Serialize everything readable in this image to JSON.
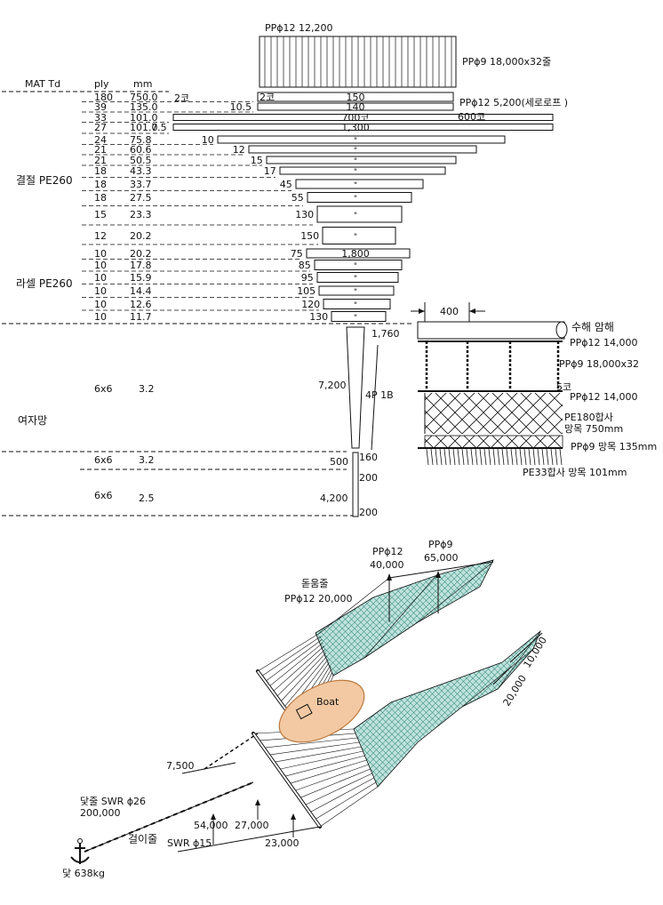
{
  "header": {
    "mat_label": "MAT Td",
    "ply_label": "ply",
    "mm_label": "mm",
    "top_rope_label": "PPϕ12  12,200",
    "right_rope_label": "PPϕ9  18,000x32줄"
  },
  "table_rows": [
    {
      "ply": "180",
      "mm": "750.0",
      "left_ann": "2코",
      "bar_label": "150"
    },
    {
      "ply": "39",
      "mm": "135.0",
      "left_ann": "10.5",
      "bar_label": "140"
    },
    {
      "ply": "33",
      "mm": "101.0",
      "left_ann": "",
      "bar_label": "700코"
    },
    {
      "ply": "27",
      "mm": "101.0",
      "left_ann": "7.5",
      "bar_label": "1,300"
    },
    {
      "ply": "24",
      "mm": "75.8",
      "left_ann": "10",
      "bar_label": "\""
    },
    {
      "ply": "21",
      "mm": "60.6",
      "left_ann": "12",
      "bar_label": "\""
    },
    {
      "ply": "21",
      "mm": "50.5",
      "left_ann": "15",
      "bar_label": "\""
    },
    {
      "ply": "18",
      "mm": "43.3",
      "left_ann": "17",
      "bar_label": "\""
    },
    {
      "ply": "18",
      "mm": "33.7",
      "left_ann": "45",
      "bar_label": "\""
    },
    {
      "ply": "18",
      "mm": "27.5",
      "left_ann": "55",
      "bar_label": "\""
    },
    {
      "ply": "15",
      "mm": "23.3",
      "left_ann": "130",
      "bar_label": "\""
    },
    {
      "ply": "12",
      "mm": "20.2",
      "left_ann": "150",
      "bar_label": "\""
    },
    {
      "ply": "10",
      "mm": "20.2",
      "left_ann": "75",
      "bar_label": "1,800"
    },
    {
      "ply": "10",
      "mm": "17.8",
      "left_ann": "85",
      "bar_label": "\""
    },
    {
      "ply": "10",
      "mm": "15.9",
      "left_ann": "95",
      "bar_label": "\""
    },
    {
      "ply": "10",
      "mm": "14.4",
      "left_ann": "105",
      "bar_label": "\""
    },
    {
      "ply": "10",
      "mm": "12.6",
      "left_ann": "120",
      "bar_label": "\""
    },
    {
      "ply": "10",
      "mm": "11.7",
      "left_ann": "130",
      "bar_label": "\""
    }
  ],
  "annotations": {
    "first_row_right_label": "2코",
    "pp12_seropeu": "PPϕ12  5,200(세로로프 )",
    "label_600": "600코",
    "section_gyeoljeol": "결절  PE260",
    "section_rasel": "라셀  PE260",
    "section_yeojamang": "여자망"
  },
  "bottom_table": {
    "rows": [
      {
        "ply": "6x6",
        "mm": "3.2",
        "length": "7,200"
      },
      {
        "ply": "6x6",
        "mm": "3.2",
        "length": "500"
      },
      {
        "ply": "6x6",
        "mm": "2.5",
        "length": "4,200"
      }
    ],
    "label_1760": "1,760",
    "label_4p1b": "4P 1B",
    "label_160": "160",
    "label_200a": "200",
    "label_200b": "200"
  },
  "detail": {
    "spacing": "400",
    "float_label": "수해 암해",
    "rope1": "PPϕ12 14,000",
    "rope2": "PPϕ9 18,000x32",
    "label_5ko": "5코",
    "rope3": "PPϕ12  14,000",
    "pe180a": "PE180합사",
    "pe180b": "망목 750mm",
    "pp9mesh": "PPϕ9 망목 135mm",
    "pe33": "PE33합사  망목 101mm"
  },
  "perspective": {
    "ppi9": "PPϕ9",
    "ppi9_len": "65,000",
    "ppi12": "PPϕ12",
    "ppi12_len": "40,000",
    "dodeum": "돋움줄",
    "dodeum_rope": "PPϕ12 20,000",
    "boat": "Boat",
    "dim_20000": "20,000",
    "dim_10000": "10,000",
    "dim_7500": "7,500",
    "datjul": "닻줄 SWR ϕ26",
    "datjul_len": "200,000",
    "georijul": "걸이줄",
    "georijul_swr": "SWR ϕ15",
    "dim_54000": "54,000",
    "dim_27000": "27,000",
    "dim_23000": "23,000",
    "anchor": "닻 638kg"
  },
  "colors": {
    "line": "#111111",
    "net_fill": "#bfe3dc",
    "net_line": "#3f8f86",
    "boat_fill": "#f3c9a3",
    "boat_stroke": "#b9773c"
  }
}
